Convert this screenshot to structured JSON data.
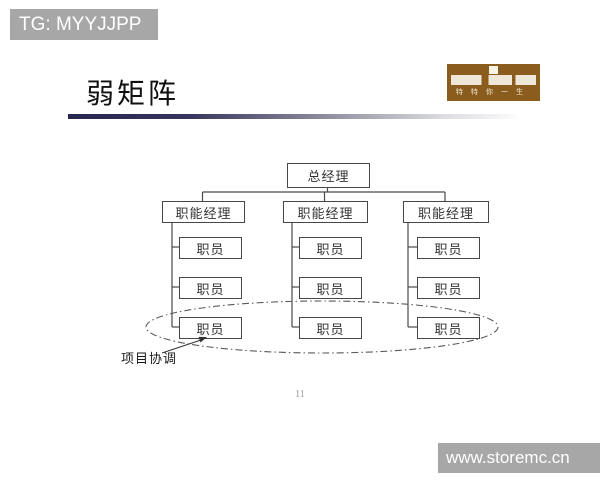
{
  "watermark_top": {
    "text": "TG: MYYJJPP"
  },
  "watermark_bottom": {
    "text": "www.storemc.cn"
  },
  "slide": {
    "title": "弱矩阵",
    "page_number": "11"
  },
  "logo": {
    "tagline": "特特你一生",
    "bg_color": "#8a5c1e"
  },
  "org": {
    "ceo": "总经理",
    "columns": [
      {
        "manager": "职能经理",
        "staff": [
          "职员",
          "职员",
          "职员"
        ]
      },
      {
        "manager": "职能经理",
        "staff": [
          "职员",
          "职员",
          "职员"
        ]
      },
      {
        "manager": "职能经理",
        "staff": [
          "职员",
          "职员",
          "职员"
        ]
      }
    ],
    "callout": "项目协调"
  },
  "colors": {
    "banner_gray": "#a7a7a7",
    "rule_navy": "#26264e",
    "line_gray": "#4a4a4a"
  }
}
